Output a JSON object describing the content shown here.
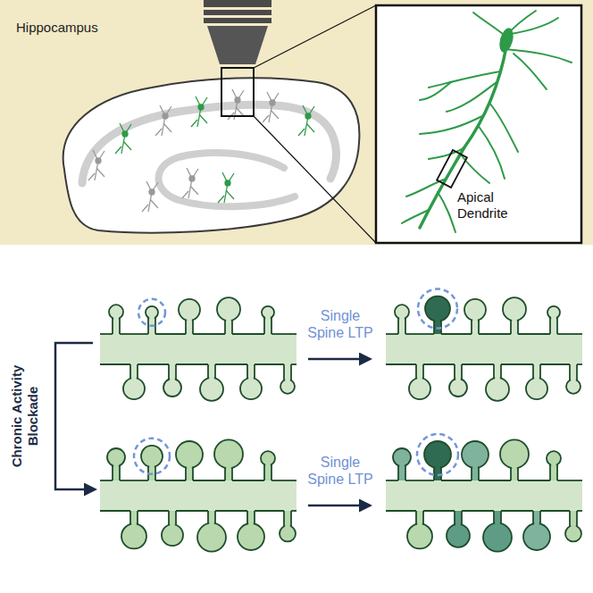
{
  "diagram": {
    "labels": [
      "Hippocampus",
      "Apical Dendrite",
      "Single Spine LTP",
      "Single Spine LTP",
      "Chronic Activity Blockade"
    ]
  }
}
